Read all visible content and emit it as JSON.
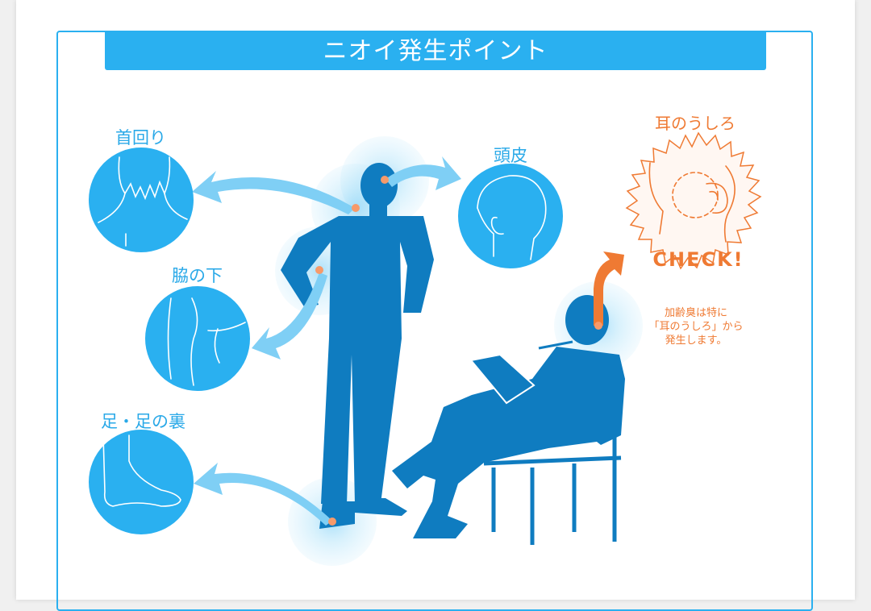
{
  "banner": {
    "title": "ニオイ発生ポイント"
  },
  "points": {
    "neck": "首回り",
    "scalp": "頭皮",
    "armpit": "脇の下",
    "feet": "足・足の裏"
  },
  "check": {
    "title": "耳のうしろ",
    "stamp": "CHECK!",
    "note_line1": "加齢臭は特に",
    "note_line2": "「耳のうしろ」から",
    "note_line3": "発生します。"
  },
  "colors": {
    "primary_blue": "#2ab0f0",
    "silhouette_blue": "#0f7cc0",
    "arrow_blue": "#7fcff5",
    "accent_orange": "#ef7a33",
    "dot_orange": "#f79a6a"
  }
}
